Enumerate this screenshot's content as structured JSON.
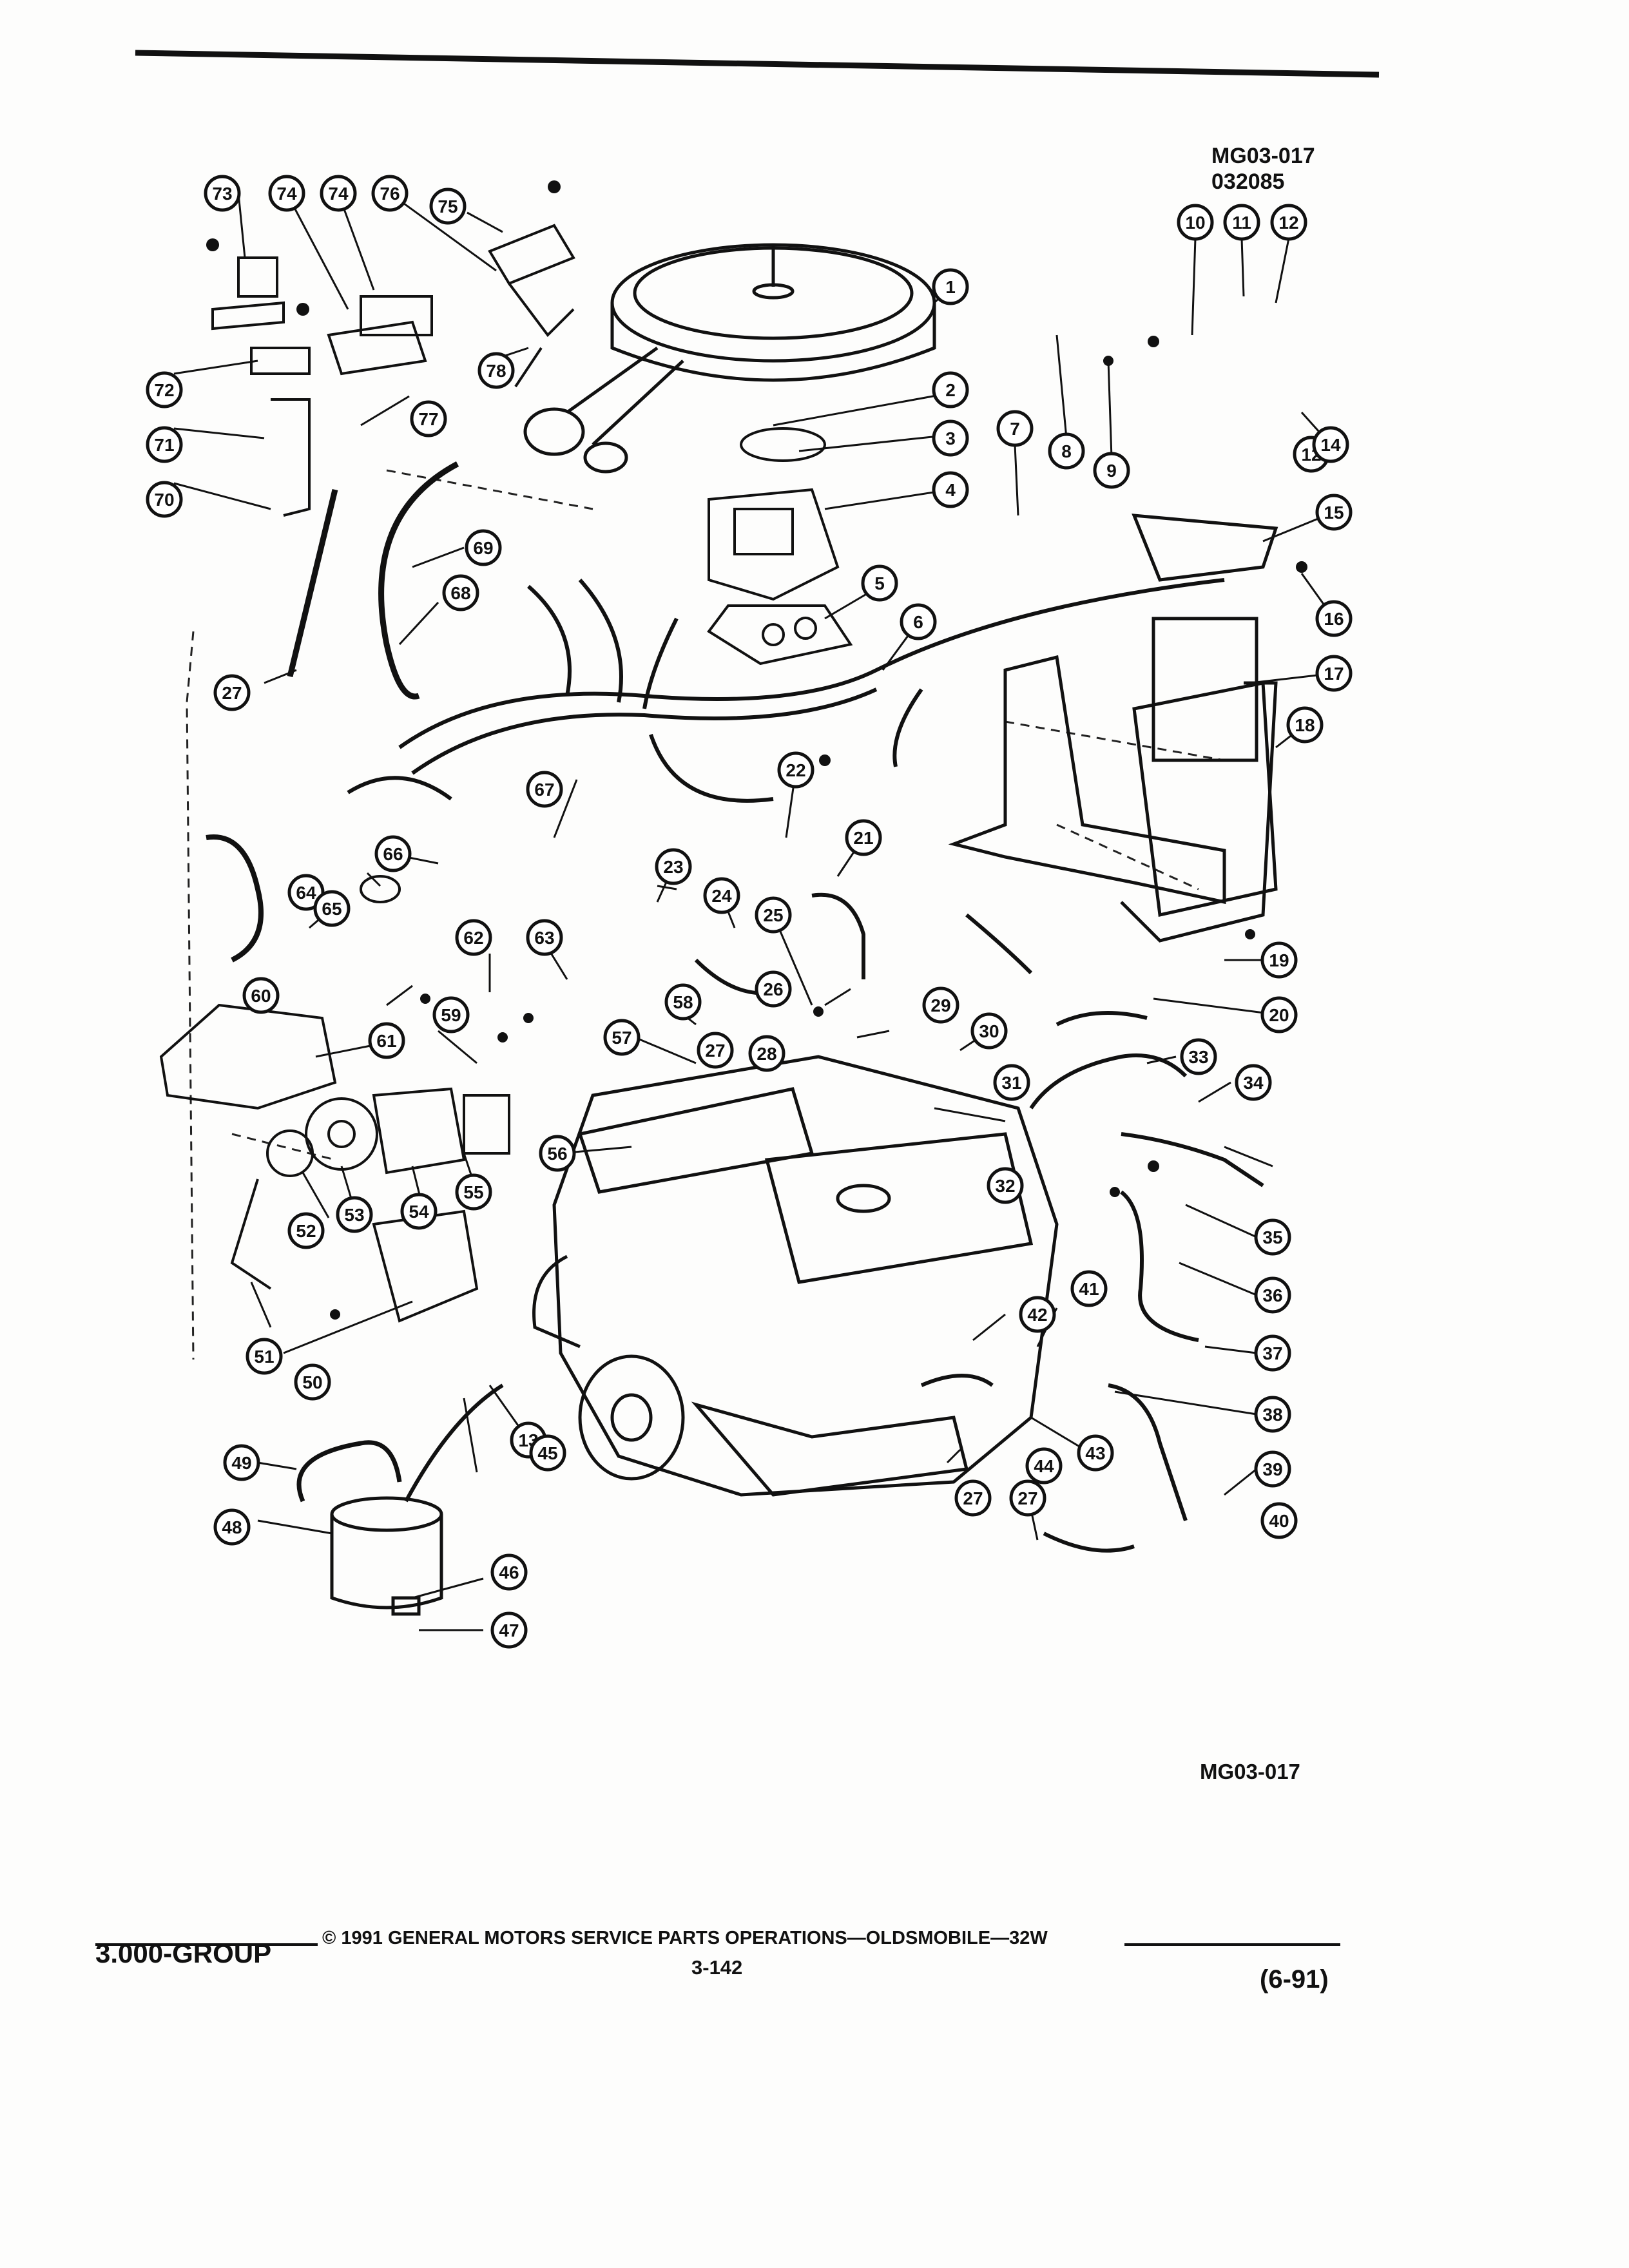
{
  "header": {
    "drawing_code": "MG03-017",
    "drawing_date_code": "032085"
  },
  "figure": {
    "part_callouts": [
      "1",
      "2",
      "3",
      "4",
      "5",
      "6",
      "7",
      "8",
      "9",
      "10",
      "11",
      "12",
      "12",
      "13",
      "14",
      "15",
      "16",
      "17",
      "18",
      "19",
      "20",
      "21",
      "22",
      "23",
      "24",
      "25",
      "26",
      "27",
      "27",
      "27",
      "27",
      "28",
      "29",
      "30",
      "31",
      "32",
      "33",
      "34",
      "35",
      "36",
      "37",
      "38",
      "39",
      "40",
      "41",
      "42",
      "43",
      "44",
      "45",
      "46",
      "47",
      "48",
      "49",
      "50",
      "51",
      "52",
      "53",
      "54",
      "55",
      "56",
      "57",
      "58",
      "59",
      "60",
      "61",
      "62",
      "63",
      "64",
      "65",
      "66",
      "67",
      "68",
      "69",
      "70",
      "71",
      "72",
      "73",
      "74",
      "74",
      "75",
      "76",
      "77",
      "78"
    ],
    "bottom_code": "MG03-017"
  },
  "footer": {
    "group": "3.000-GROUP",
    "copyright": "© 1991 GENERAL MOTORS SERVICE PARTS OPERATIONS—OLDSMOBILE—32W",
    "page_number": "3-142",
    "revision": "(6-91)"
  },
  "colors": {
    "ink": "#111111",
    "paper": "#fdfdfc"
  }
}
